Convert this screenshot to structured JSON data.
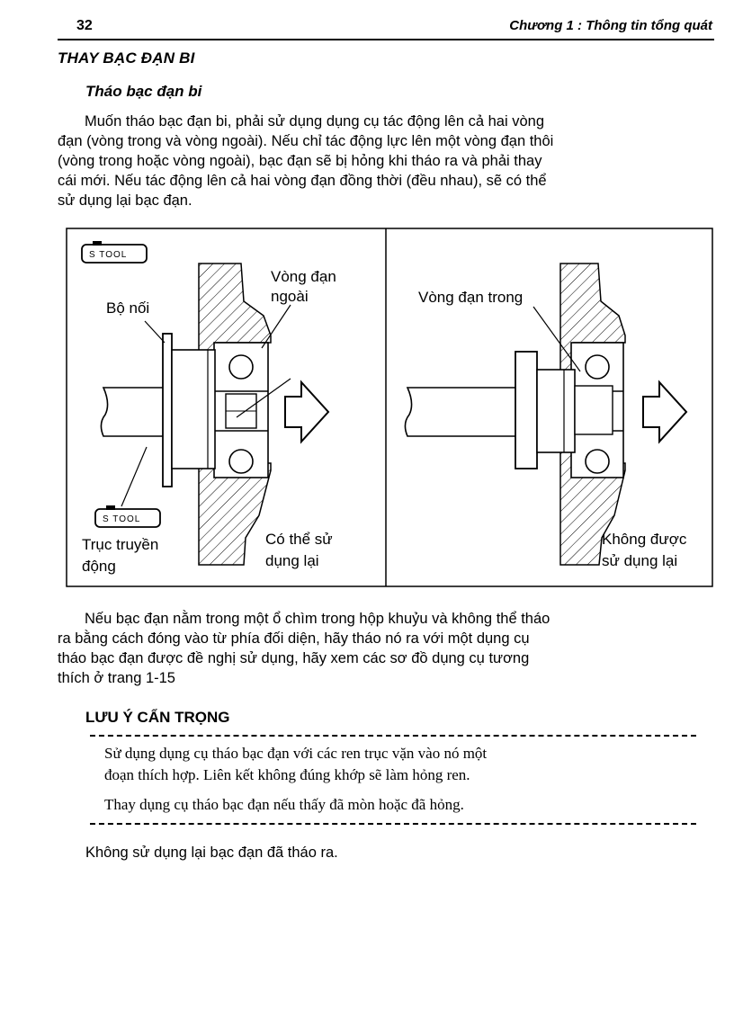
{
  "header": {
    "page_number": "32",
    "chapter": "Chương 1 : Thông tin tổng quát"
  },
  "section": {
    "title": "THAY BẠC ĐẠN BI",
    "subtitle": "Tháo bạc đạn bi"
  },
  "paragraph1": {
    "lines": [
      "Muốn tháo bạc đạn bi, phải sử dụng dụng cụ tác động lên cả hai vòng",
      "đạn (vòng trong và vòng ngoài). Nếu chỉ tác động lực lên một vòng đạn thôi",
      "(vòng trong hoặc vòng ngoài), bạc đạn sẽ bị hỏng khi tháo ra và phải thay",
      "cái mới. Nếu tác động lên cả hai vòng đạn đồng thời (đều nhau), sẽ có thể",
      "sử dụng lại bạc đạn."
    ]
  },
  "figure": {
    "left_panel": {
      "tool_tag_top": "S TOOL",
      "tool_tag_bottom": "S TOOL",
      "label_coupler": "Bộ nối",
      "label_outer_ring_1": "Vòng đạn",
      "label_outer_ring_2": "ngoài",
      "label_shaft_1": "Trục truyền",
      "label_shaft_2": "động",
      "label_reusable_1": "Có thể sử",
      "label_reusable_2": "dụng lại"
    },
    "right_panel": {
      "label_inner_ring": "Vòng đạn trong",
      "label_not_reusable_1": "Không được",
      "label_not_reusable_2": "sử dụng lại"
    }
  },
  "paragraph2": {
    "lines": [
      "Nếu bạc đạn nằm trong một ổ chìm trong hộp khuỷu và không thể tháo",
      "ra bằng cách đóng vào từ phía đối diện, hãy tháo nó ra với một dụng cụ",
      "tháo bạc đạn được đề nghị sử dụng, hãy xem các sơ đồ dụng cụ tương",
      "thích ở trang 1-15"
    ]
  },
  "caution": {
    "title": "LƯU Ý CẨN TRỌNG",
    "line1a": "Sử dụng dụng cụ tháo bạc đạn với các ren trục vặn vào nó một",
    "line1b": "đoạn thích hợp. Liên kết không đúng khớp sẽ làm hỏng ren.",
    "line2": "Thay dụng cụ tháo bạc đạn nếu thấy đã mòn hoặc đã hỏng."
  },
  "final_note": "Không sử dụng lại bạc đạn đã tháo ra."
}
